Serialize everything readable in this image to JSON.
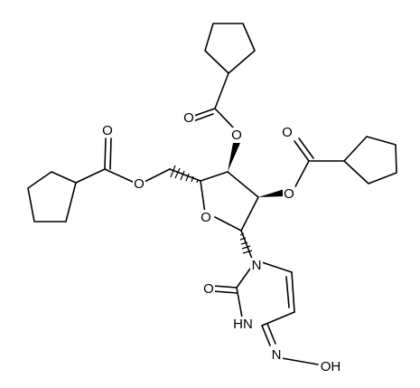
{
  "atom_labels": {
    "o_carbonyl_top": "O",
    "o_ester_top": "O",
    "o_carbonyl_right": "O",
    "o_ester_right": "O",
    "o_carbonyl_left": "O",
    "o_ester_left": "O",
    "o_ring": "O",
    "n1": "N",
    "o_c2": "O",
    "n3h": "HN",
    "n_oxime": "N",
    "oh": "OH"
  }
}
